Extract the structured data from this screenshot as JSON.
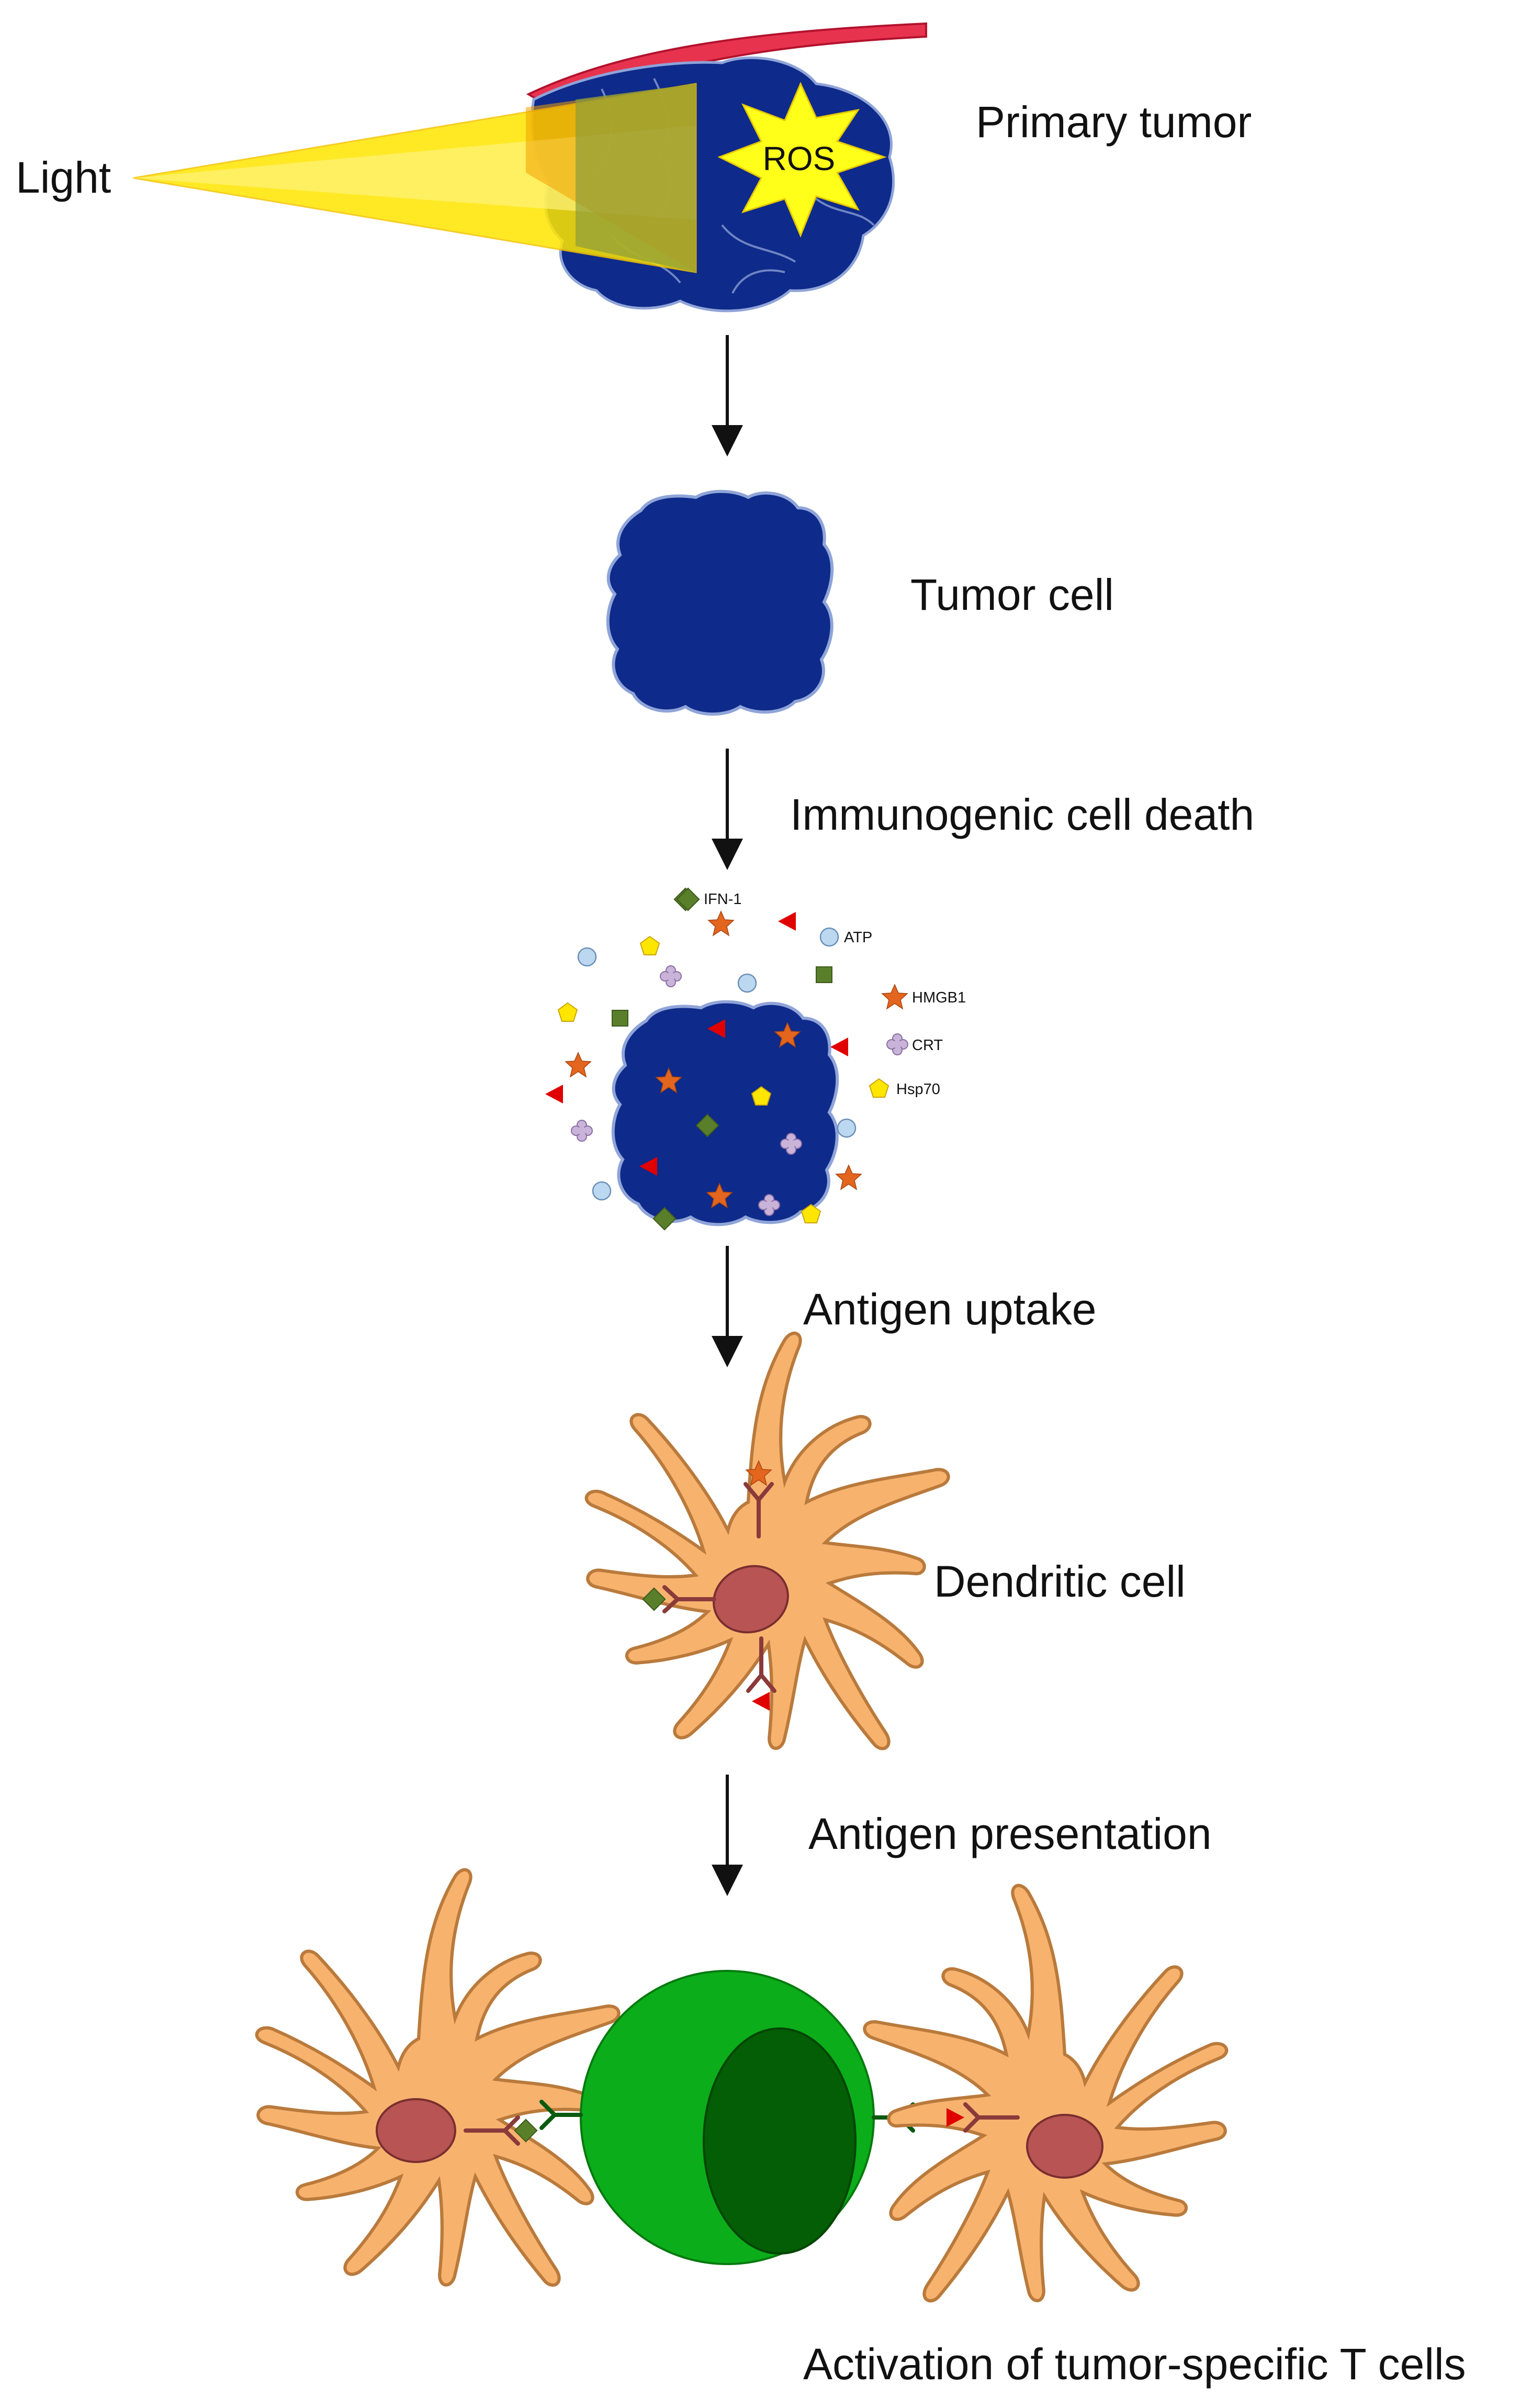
{
  "labels": {
    "light": "Light",
    "ros": "ROS",
    "primary_tumor": "Primary tumor",
    "tumor_cell": "Tumor cell",
    "immunogenic_cell_death": "Immunogenic cell death",
    "antigen_uptake": "Antigen uptake",
    "dendritic_cell": "Dendritic cell",
    "antigen_presentation": "Antigen presentation",
    "activation": "Activation of tumor-specific T cells"
  },
  "legend": [
    {
      "label": "IFN-1",
      "symbol": "diamond-icon",
      "color": "#5a7f2b"
    },
    {
      "label": "ATP",
      "symbol": "circle-icon",
      "color": "#bcd8f0"
    },
    {
      "label": "HMGB1",
      "symbol": "star-icon",
      "color": "#e3651e"
    },
    {
      "label": "CRT",
      "symbol": "flower-icon",
      "color": "#c9b3d8"
    },
    {
      "label": "Hsp70",
      "symbol": "pentagon-icon",
      "color": "#ffe600"
    }
  ],
  "colors": {
    "tumor": "#0e2a8a",
    "tumor_edge": "#8fa4d8",
    "vessel": "#e8334f",
    "light_beam": "#ffe600",
    "light_filter": "#9aa93a",
    "dendritic": "#f7b26e",
    "dendritic_edge": "#b97a3c",
    "nucleus": "#b85454",
    "t_cell": "#0cad1a",
    "t_cell_nucleus": "#035e05",
    "receptor": "#8b3a3a",
    "tcr": "#0a5a10",
    "danger_red": "#e00000"
  }
}
